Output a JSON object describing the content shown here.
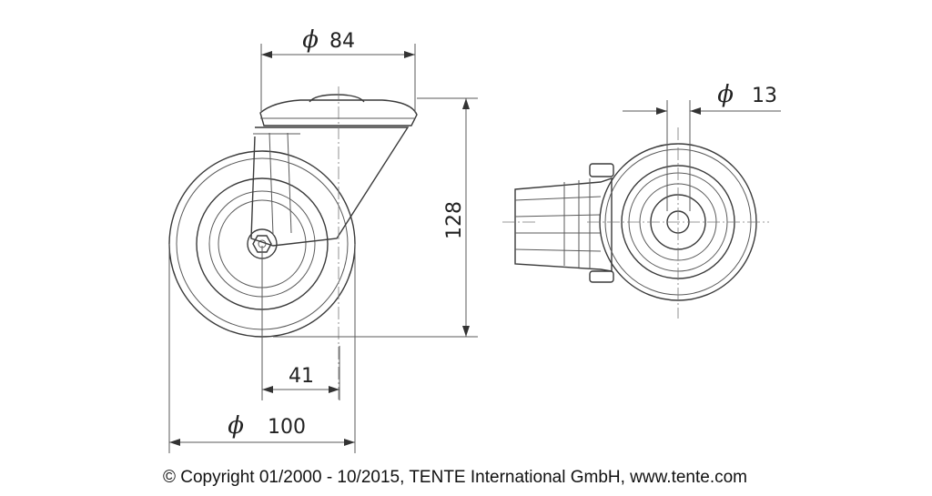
{
  "dimensions": {
    "top_plate_diameter": {
      "symbol": "ϕ",
      "value": "84"
    },
    "bolt_hole_diameter": {
      "symbol": "ϕ",
      "value": "13"
    },
    "overall_height": {
      "value": "128"
    },
    "offset": {
      "value": "41"
    },
    "wheel_diameter": {
      "symbol": "ϕ",
      "value": "100"
    }
  },
  "footer": {
    "copyright": "© Copyright 01/2000 - 10/2015, TENTE International GmbH, www.tente.com"
  }
}
